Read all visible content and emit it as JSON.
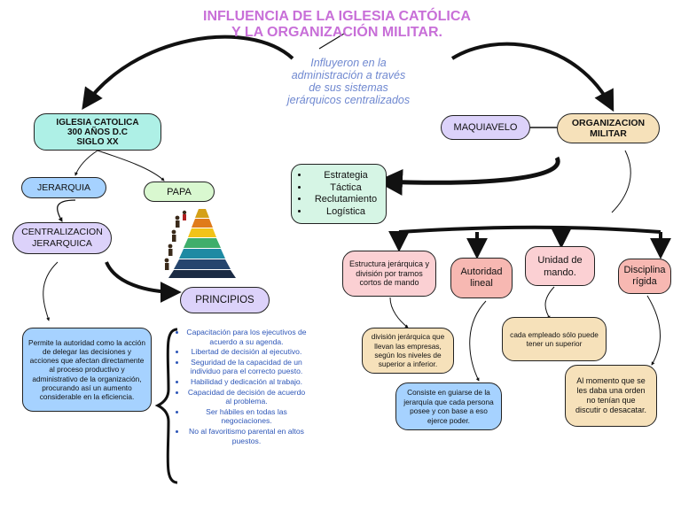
{
  "title": [
    "INFLUENCIA DE LA IGLESIA CATÓLICA",
    "Y LA ORGANIZACIÓN MILITAR."
  ],
  "subtitle": [
    "Influyeron en la",
    "administración a través",
    "de sus sistemas",
    "jerárquicos centralizados"
  ],
  "iglesia": [
    "IGLESIA CATOLICA",
    "300 AÑOS D.C",
    "SIGLO XX"
  ],
  "jerarquia": "JERARQUIA",
  "papa": "PAPA",
  "centralizacion": [
    "CENTRALIZACION",
    "JERARQUICA"
  ],
  "principios": "PRINCIPIOS",
  "centralizacion_desc": "Permite la autoridad como la acción de delegar las decisiones y acciones que afectan directamente al proceso productivo y administrativo de la organización, procurando así un aumento considerable en la eficiencia.",
  "principios_items": [
    "Capacitación para los ejecutivos de acuerdo a su agenda.",
    "Libertad de decisión al ejecutivo.",
    "Seguridad de la capacidad de un individuo para el correcto puesto.",
    "Habilidad y dedicación al trabajo.",
    "Capacidad de decisión de acuerdo al problema.",
    "Ser hábiles en todas las negociaciones.",
    "No al favoritismo parental en altos puestos."
  ],
  "maquiavelo": "MAQUIAVELO",
  "organizacion": [
    "ORGANIZACION",
    "MILITAR"
  ],
  "strategy_items": [
    "Estrategia",
    "Táctica",
    "Reclutamiento",
    "Logística"
  ],
  "estructura": "Estructura jerárquica y división por tramos cortos de mando",
  "autoridad": [
    "Autoridad",
    "lineal"
  ],
  "unidad": [
    "Unidad de",
    "mando."
  ],
  "disciplina": [
    "Disciplina",
    "rígida"
  ],
  "division_desc": "división jerárquica que llevan las empresas, según los niveles de superior a inferior.",
  "autoridad_desc": "Consiste en guiarse de la jerarquía que cada persona posee y con base a eso ejerce poder.",
  "unidad_desc": "cada empleado sólo puede tener un superior",
  "disciplina_desc": "Al momento que se les daba una orden no tenían que discutir o desacatar.",
  "colors": {
    "title": "#c86fd8",
    "subtitle": "#6f88d0",
    "teal": "#aef0e6",
    "blue": "#a6d2ff",
    "lavender": "#dcd2fa",
    "green": "#d9f8d0",
    "beige": "#f6e1ba",
    "pink": "#fbd0d3",
    "salmon": "#f7b8b2",
    "principios_text": "#2d56b8"
  }
}
